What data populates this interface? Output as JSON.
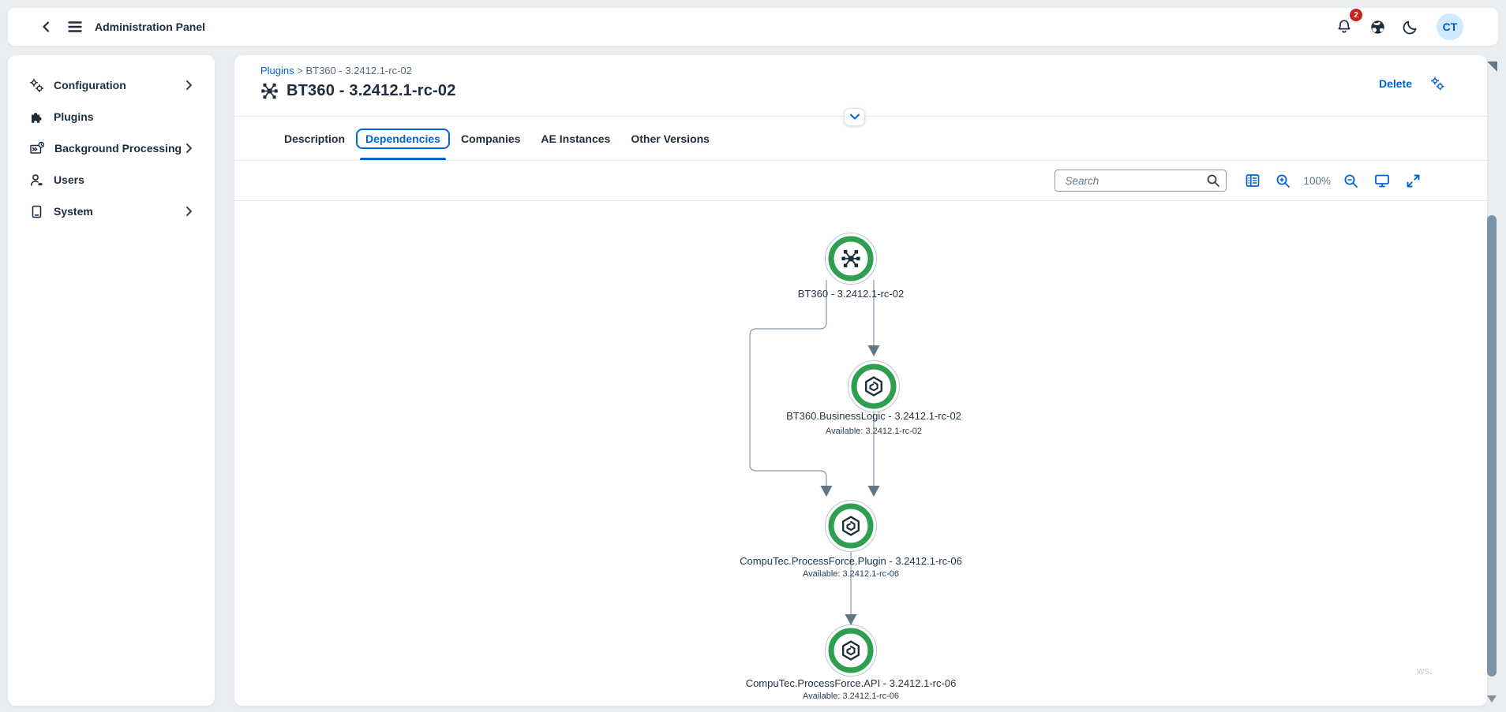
{
  "topbar": {
    "title": "Administration Panel",
    "notification_count": "2",
    "avatar_initials": "CT"
  },
  "sidebar": {
    "items": [
      {
        "label": "Configuration",
        "icon": "gears-icon",
        "expandable": true
      },
      {
        "label": "Plugins",
        "icon": "puzzle-icon",
        "expandable": false
      },
      {
        "label": "Background Processing",
        "icon": "background-processing-icon",
        "expandable": true
      },
      {
        "label": "Users",
        "icon": "user-icon",
        "expandable": false
      },
      {
        "label": "System",
        "icon": "device-icon",
        "expandable": true
      }
    ]
  },
  "header": {
    "breadcrumb": {
      "link": "Plugins",
      "path": "> BT360 - 3.2412.1-rc-02"
    },
    "title": "BT360 - 3.2412.1-rc-02",
    "delete_label": "Delete"
  },
  "tabs": [
    {
      "label": "Description",
      "selected": false
    },
    {
      "label": "Dependencies",
      "selected": true
    },
    {
      "label": "Companies",
      "selected": false
    },
    {
      "label": "AE Instances",
      "selected": false
    },
    {
      "label": "Other Versions",
      "selected": false
    }
  ],
  "toolbar": {
    "search_placeholder": "Search",
    "zoom_level": "100%"
  },
  "graph": {
    "nodes": [
      {
        "label": "BT360 - 3.2412.1-rc-02",
        "available": "",
        "icon": "hub-icon"
      },
      {
        "label": "BT360.BusinessLogic - 3.2412.1-rc-02",
        "available": "Available: 3.2412.1-rc-02",
        "icon": "package-icon"
      },
      {
        "label": "CompuTec.ProcessForce.Plugin - 3.2412.1-rc-06",
        "available": "Available: 3.2412.1-rc-06",
        "icon": "package-icon"
      },
      {
        "label": "CompuTec.ProcessForce.API - 3.2412.1-rc-06",
        "available": "Available: 3.2412.1-rc-06",
        "icon": "package-icon"
      }
    ],
    "edges": [
      {
        "from": "BT360 - 3.2412.1-rc-02",
        "to": "BT360.BusinessLogic - 3.2412.1-rc-02"
      },
      {
        "from": "BT360 - 3.2412.1-rc-02",
        "to": "CompuTec.ProcessForce.Plugin - 3.2412.1-rc-06"
      },
      {
        "from": "BT360.BusinessLogic - 3.2412.1-rc-02",
        "to": "CompuTec.ProcessForce.Plugin - 3.2412.1-rc-06"
      },
      {
        "from": "CompuTec.ProcessForce.Plugin - 3.2412.1-rc-06",
        "to": "CompuTec.ProcessForce.API - 3.2412.1-rc-06"
      }
    ]
  },
  "watermark": "ws.",
  "colors": {
    "accent_blue": "#0064d9",
    "node_ring_green": "#2e9e50",
    "text_dark": "#1d2d3e",
    "badge_red": "#c7231c",
    "edge_gray": "#8599ab"
  }
}
